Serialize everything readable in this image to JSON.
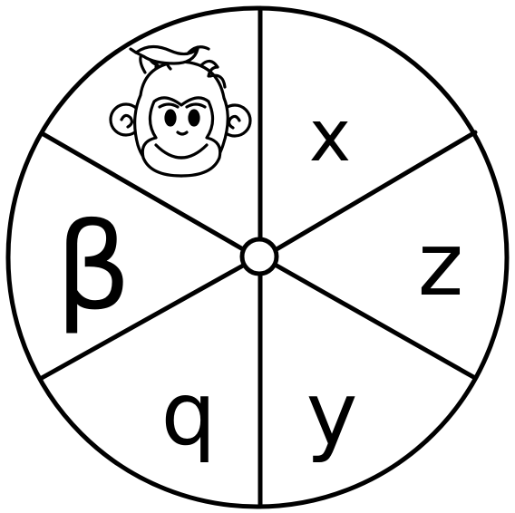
{
  "spinner": {
    "segments": [
      {
        "kind": "picture",
        "icon": "monkey-icon"
      },
      {
        "kind": "letter",
        "label": "x"
      },
      {
        "kind": "letter",
        "label": "z"
      },
      {
        "kind": "letter",
        "label": "y"
      },
      {
        "kind": "letter",
        "label": "q"
      },
      {
        "kind": "letter",
        "label": "β"
      }
    ]
  }
}
